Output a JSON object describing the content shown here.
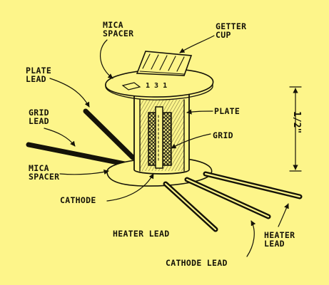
{
  "background": "#fdf58a",
  "ink": "#151308",
  "labels": {
    "mica_spacer_top": [
      "MICA",
      "SPACER"
    ],
    "getter_cup": [
      "GETTER",
      "CUP"
    ],
    "plate_lead": [
      "PLATE",
      "LEAD"
    ],
    "grid_lead": [
      "GRID",
      "LEAD"
    ],
    "plate": "PLATE",
    "grid": "GRID",
    "mica_spacer_bottom": [
      "MICA",
      "SPACER"
    ],
    "cathode": "CATHODE",
    "heater_lead_left": "HEATER LEAD",
    "heater_lead_right": [
      "HEATER",
      "LEAD"
    ],
    "cathode_lead": "CATHODE LEAD",
    "spacer_marking": "1 3 1",
    "dimension": "1/2\""
  }
}
